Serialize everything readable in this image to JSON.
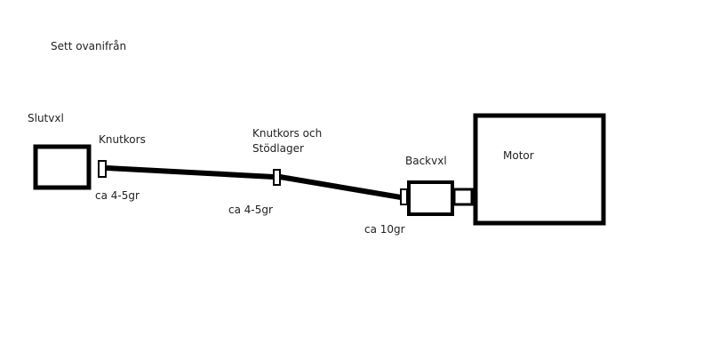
{
  "title": "Sett ovanifrån",
  "labels": {
    "slutvxl": "Slutvxl",
    "knutkors1": "Knutkors",
    "knutkors2_line1": "Knutkors och",
    "knutkors2_line2": "Stödlager",
    "backvxl": "Backvxl",
    "motor": "Motor",
    "angle1": "ca 4-5gr",
    "angle2": "ca 4-5gr",
    "angle3": "ca 10gr"
  }
}
